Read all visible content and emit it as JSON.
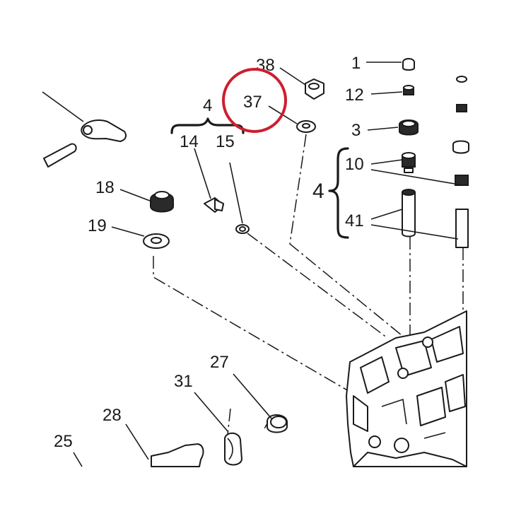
{
  "callouts": {
    "c1": "1",
    "c12": "12",
    "c3": "3",
    "c10": "10",
    "c4_right": "4",
    "c41": "41",
    "c38": "38",
    "c37": "37",
    "c4_top": "4",
    "c14": "14",
    "c15": "15",
    "c18": "18",
    "c19": "19",
    "c27": "27",
    "c31": "31",
    "c28": "28",
    "c25": "25"
  },
  "highlight": {
    "target": "37",
    "color": "#cc1f2e"
  }
}
